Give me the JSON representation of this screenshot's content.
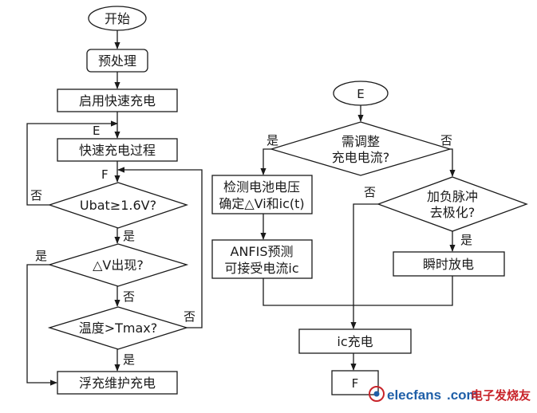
{
  "left": {
    "start": "开始",
    "preprocess": "预处理",
    "enable_fast": "启用快速充电",
    "connector_e": "E",
    "fast_process": "快速充电过程",
    "connector_f": "F",
    "ubat_check": "Ubat≥1.6V?",
    "dv_check": "△V出现?",
    "temp_check": "温度>Tmax?",
    "float_charge": "浮充维护充电",
    "yes": "是",
    "no": "否"
  },
  "right": {
    "connector_e": "E",
    "adjust_q_line1": "需调整",
    "adjust_q_line2": "充电电流?",
    "detect_line1": "检测电池电压",
    "detect_line2": "确定△Vi和ic(t)",
    "anfis_line1": "ANFIS预测",
    "anfis_line2": "可接受电流ic",
    "pulse_q_line1": "加负脉冲",
    "pulse_q_line2": "去极化?",
    "discharge": "瞬时放电",
    "ic_charge": "ic充电",
    "connector_f": "F",
    "yes": "是",
    "no": "否"
  },
  "watermark": {
    "site": "elecfans",
    "domain": ".com",
    "cn": "电子发烧友"
  },
  "colors": {
    "line": "#1a1a1a",
    "background": "#ffffff",
    "watermark_blue": "#1f5fa8",
    "watermark_red": "#c8242a"
  }
}
